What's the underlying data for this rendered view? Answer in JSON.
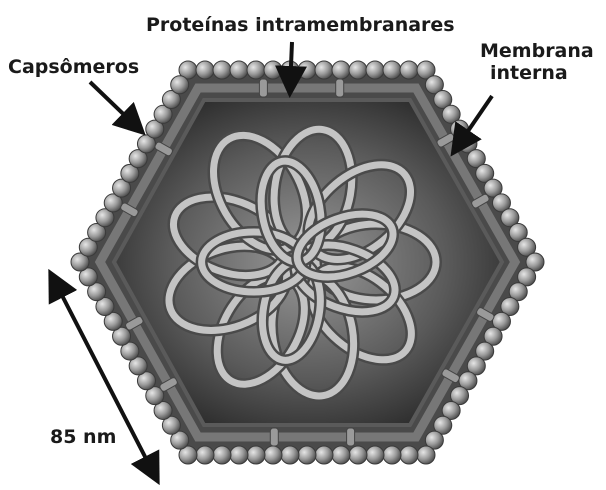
{
  "labels": {
    "intramembrane_proteins": "Proteínas intramembranares",
    "capsomeres": "Capsômeros",
    "inner_membrane_line1": "Membrana",
    "inner_membrane_line2": "interna",
    "size": "85 nm"
  },
  "colors": {
    "capsomere_bead": "#8c8c8c",
    "membrane_band": "#6e6e6e",
    "interior": "#3a3a3a",
    "genome_coil": "#b8b8b8",
    "arrow": "#111111"
  }
}
